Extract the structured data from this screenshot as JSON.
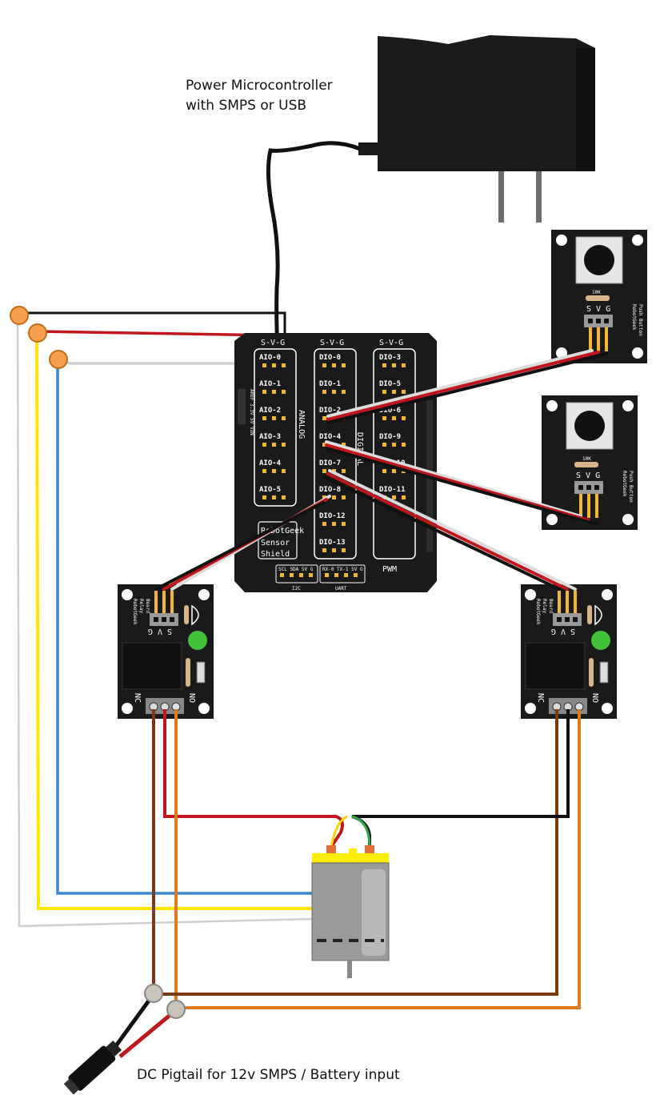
{
  "captions": {
    "power_line1": "Power Microcontroller",
    "power_line2": "with SMPS or USB",
    "pigtail": "DC Pigtail for 12v SMPS / Battery input"
  },
  "shield": {
    "header_analog": "S-V-G",
    "header_digital": "S-V-G",
    "header_pwm": "S-V-G",
    "analog_pins": [
      "AIO-0",
      "AIO-1",
      "AIO-2",
      "AIO-3",
      "AIO-4",
      "AIO-5"
    ],
    "digital_pins": [
      "DIO-0",
      "DIO-1",
      "DIO-2",
      "DIO-4",
      "DIO-7",
      "DIO-8",
      "DIO-12",
      "DIO-13"
    ],
    "pwm_pins": [
      "DIO-3",
      "DIO-5",
      "DIO-6",
      "DIO-9",
      "DIO-10",
      "DIO-11"
    ],
    "analog_label": "ANALOG",
    "digital_label": "DIGITAL",
    "pwm_label": "PWM",
    "brand_line1": "RobotGeek",
    "brand_line2": "Sensor",
    "brand_line3": "Shield",
    "i2c_label": "I2C",
    "uart_label": "UART",
    "i2c_pins": "SCL SDA 5V G",
    "uart_pins": "RX-0 TX-1 5V G",
    "side_pins": "AREF 3.3V 5V VIN"
  },
  "push_button": {
    "resistor_label": "10K",
    "pin_labels": "S V G",
    "board_line1": "RobotGeek",
    "board_line2": "Push Button"
  },
  "relay": {
    "pin_labels": "S V G",
    "board_line1": "RobotGeek",
    "board_line2": "Relay",
    "board_line3": "Board",
    "nc_label": "NC",
    "no_label": "NO"
  },
  "colors": {
    "board": "#1a1a1a",
    "wire_black": "#111111",
    "wire_red": "#c0171c",
    "wire_white": "#dcdcdc",
    "wire_yellow": "#ffe600",
    "wire_blue": "#3a86d0",
    "wire_brown": "#7a3a12",
    "wire_orange": "#dd7a1f",
    "led_green": "#43c23c",
    "connector_orange": "#f6a04d",
    "motor_cap": "#ffee00"
  }
}
